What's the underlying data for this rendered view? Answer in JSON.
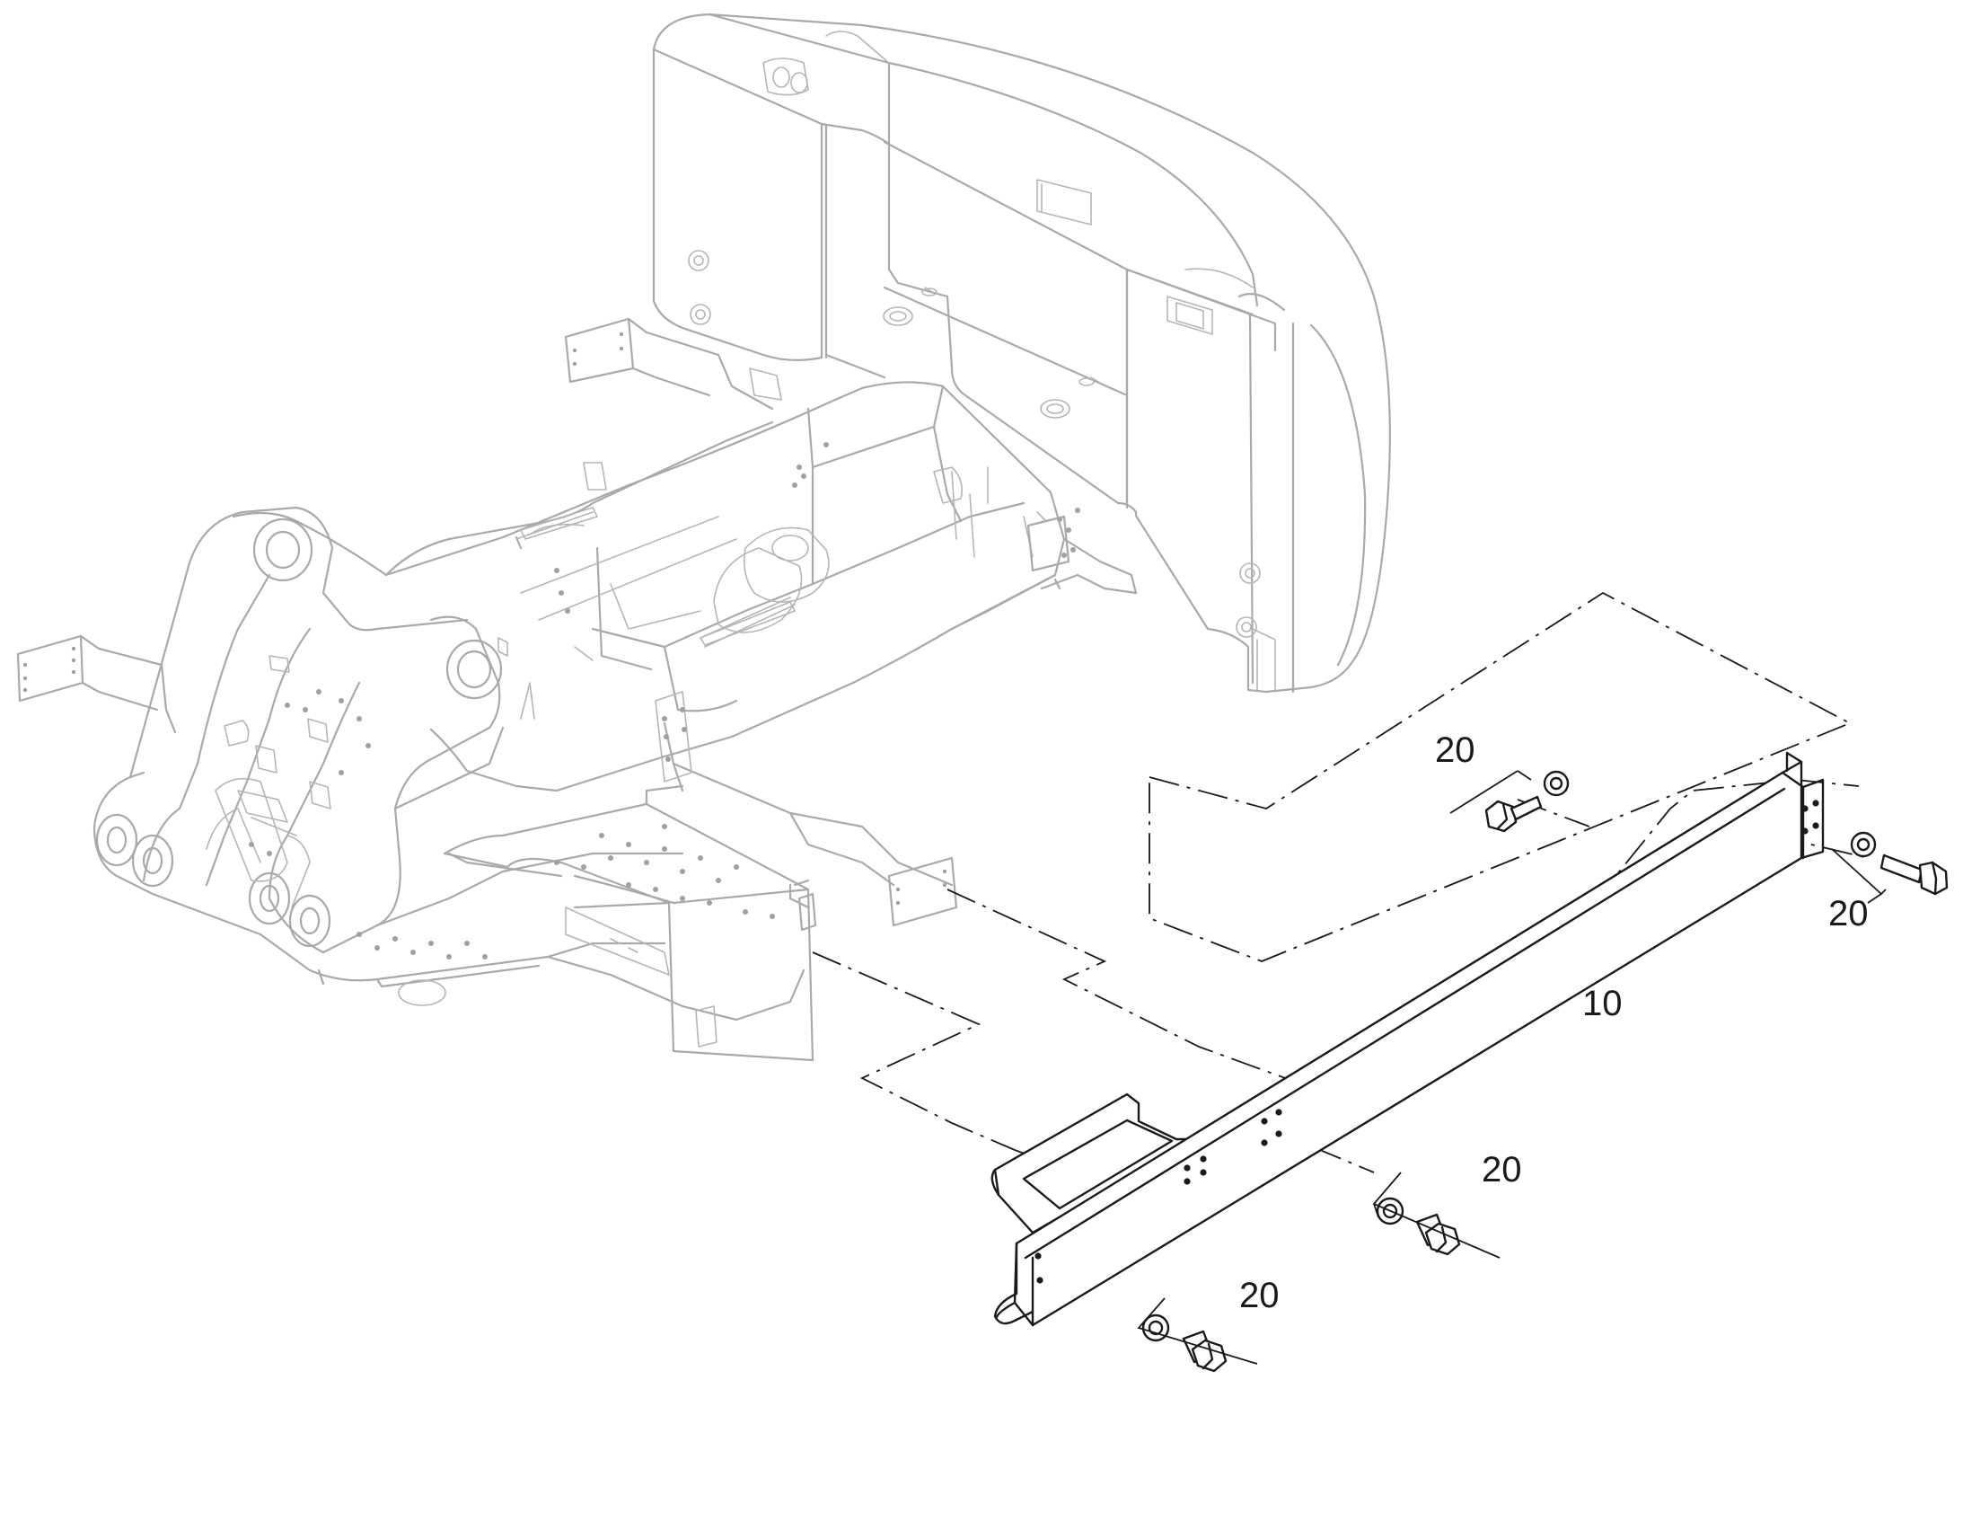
{
  "callouts": {
    "beam": "10",
    "fastener_top_left": "20",
    "fastener_top_right": "20",
    "fastener_mid": "20",
    "fastener_bottom": "20"
  },
  "colors": {
    "ghost_outline": "#a9a9a9",
    "part_outline": "#1a1a1a",
    "background": "#ffffff"
  }
}
